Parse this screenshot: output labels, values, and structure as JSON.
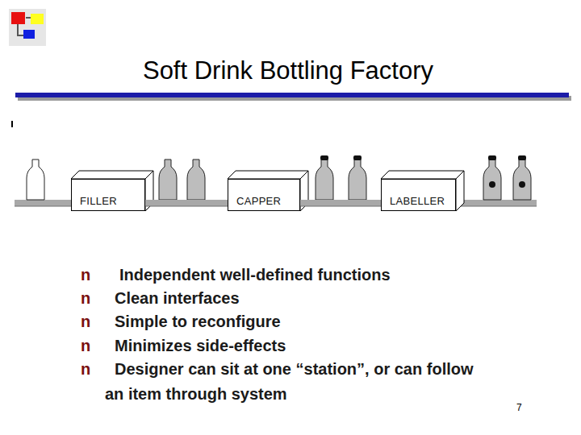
{
  "diagram": {
    "title": "Soft Drink Bottling Factory",
    "nodes": [
      {
        "text": [
          "FILLER"
        ]
      },
      {
        "text": [
          "CAPPER"
        ]
      },
      {
        "text": [
          "LABELLER"
        ]
      }
    ],
    "edges": [
      {
        "from": 0,
        "to": 1,
        "arrow": "none"
      },
      {
        "from": 1,
        "to": 2,
        "arrow": "none"
      }
    ],
    "labels": [
      "n",
      "Independent well-defined functions",
      "n",
      "Clean interfaces",
      "n",
      "Simple to reconfigure",
      "n",
      "Minimizes side-effects",
      "n",
      "Designer can sit at one “station”, or can follow an item through system",
      "7"
    ]
  }
}
